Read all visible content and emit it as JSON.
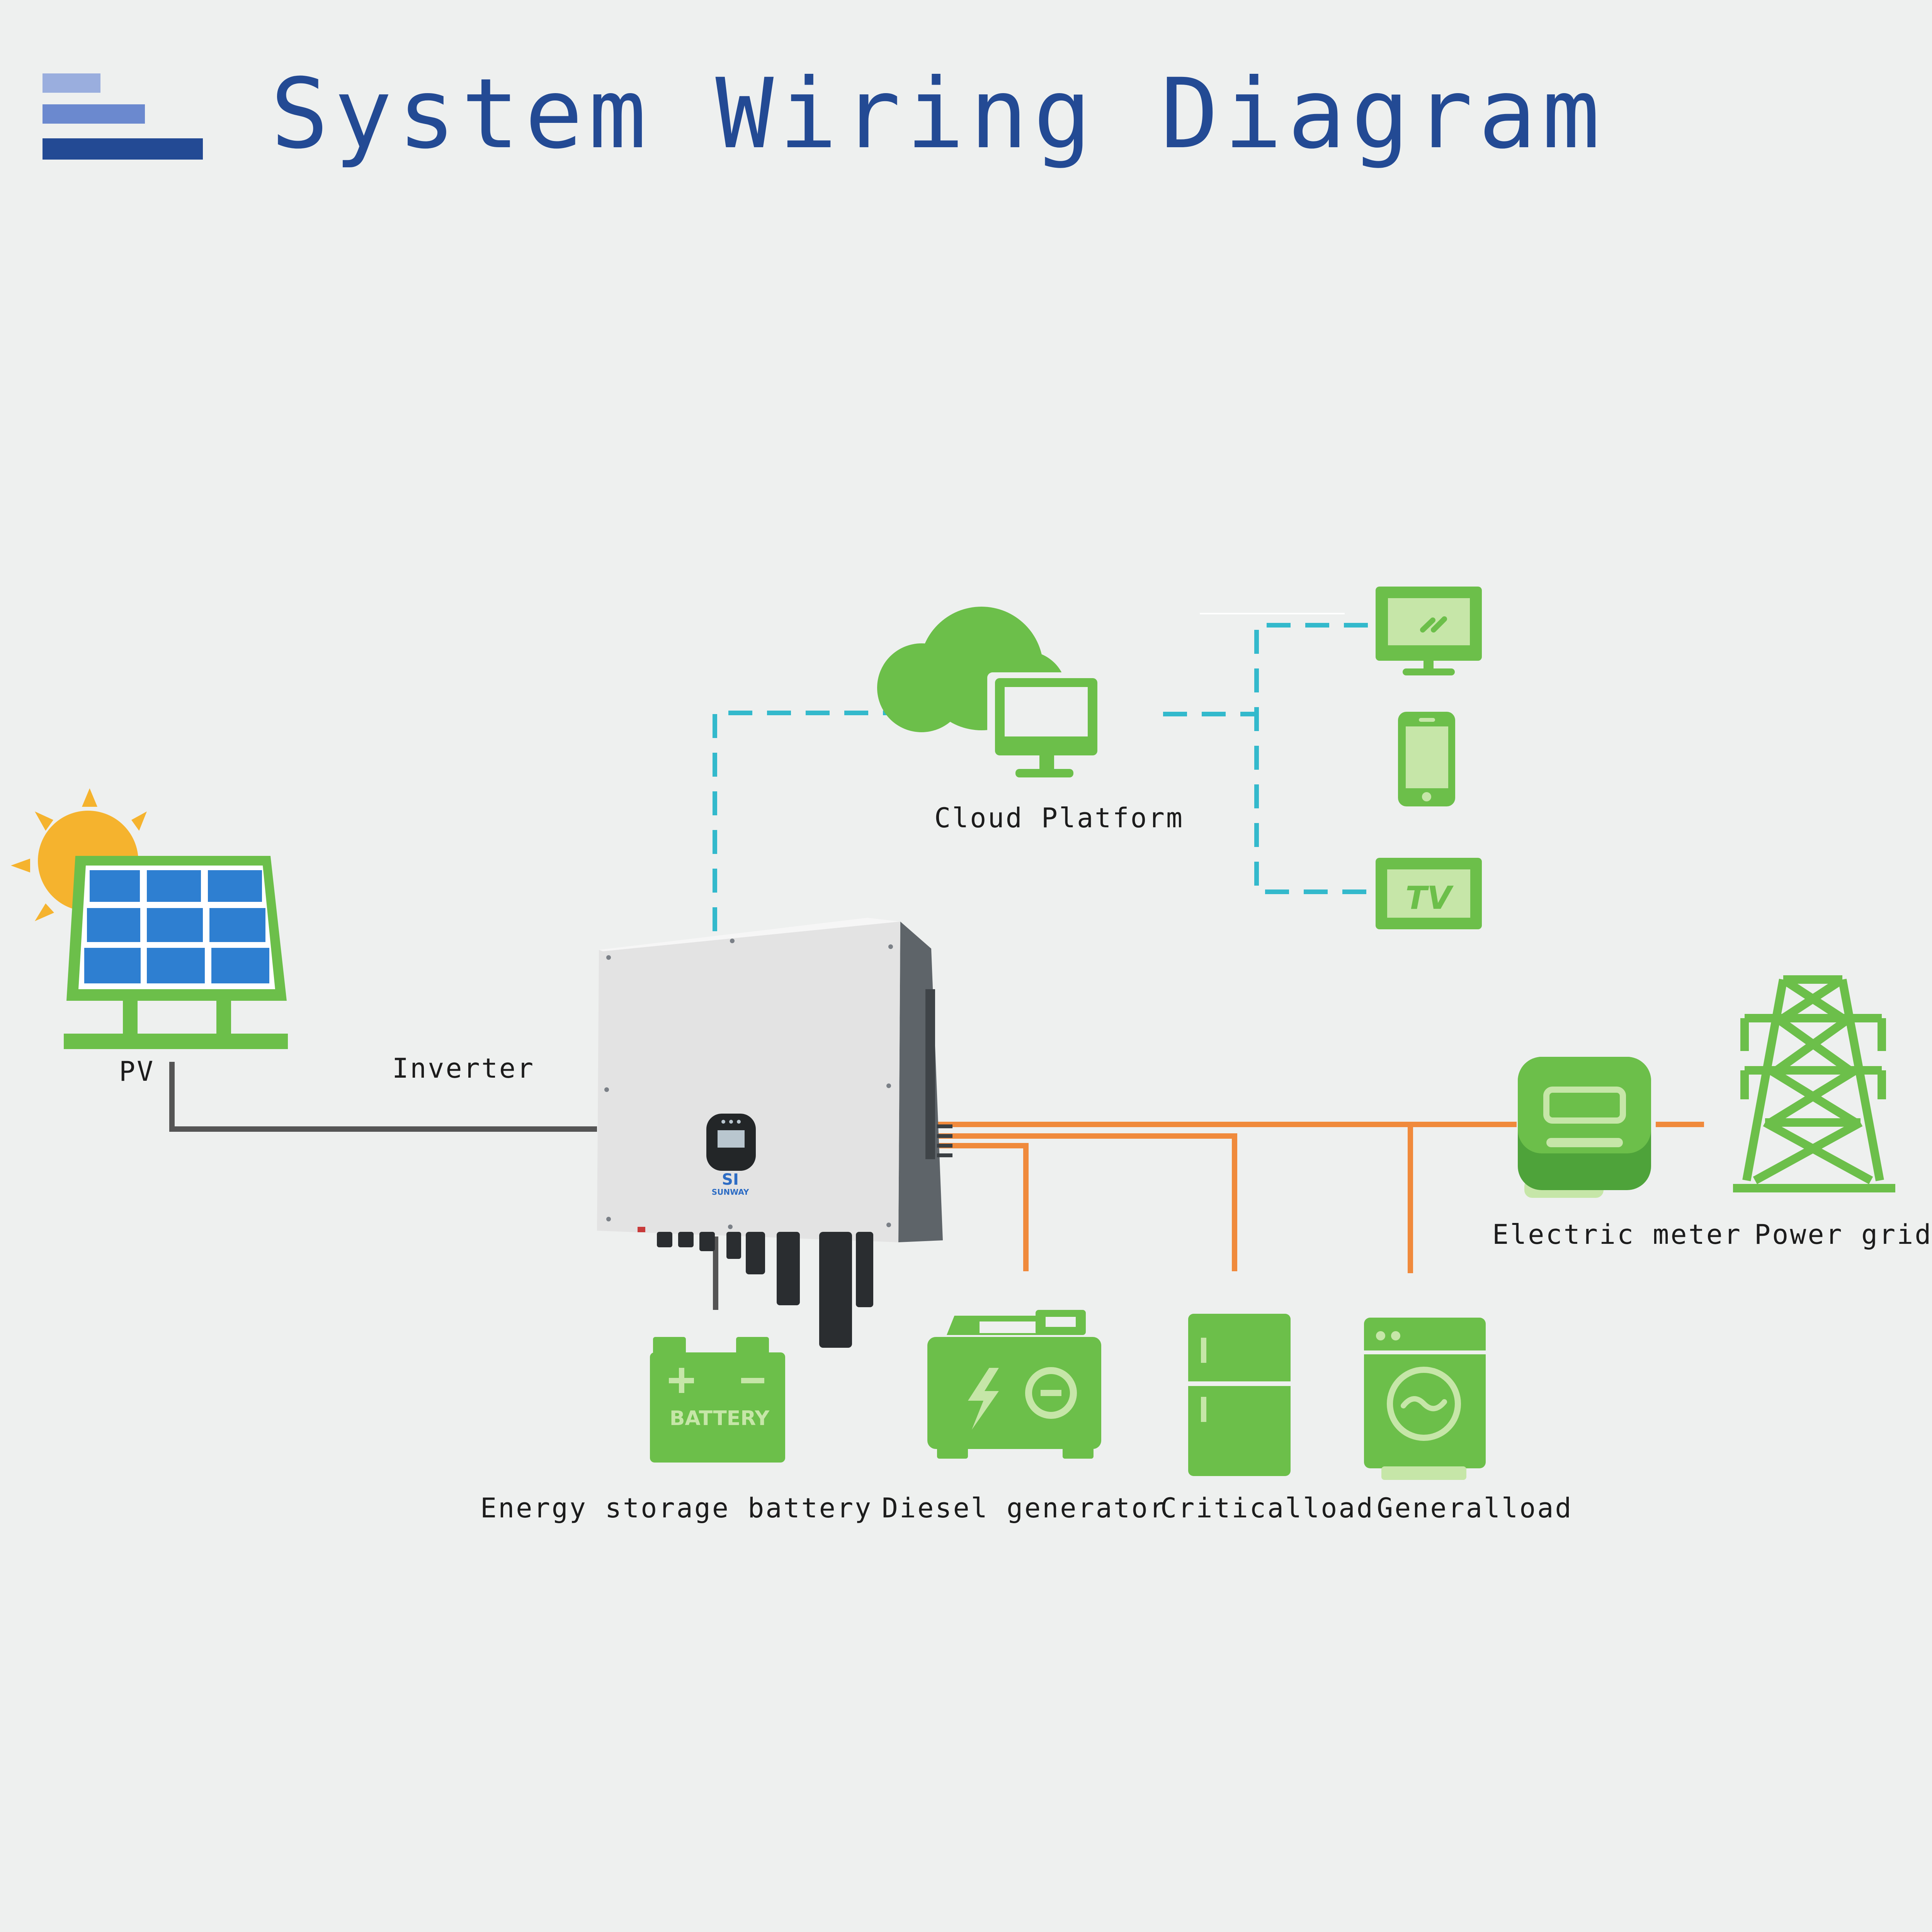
{
  "title": "System Wiring Diagram",
  "colors": {
    "title": "#234a94",
    "icon_green": "#6cbf4a",
    "icon_green_dark": "#4ea33a",
    "data_link": "#33b9cc",
    "ac_power": "#f08a3c",
    "dc_power": "#555555",
    "background": "#eef0ef"
  },
  "labels": {
    "pv": "PV",
    "inverter": "Inverter",
    "cloud": "Cloud Platform",
    "meter": "Electric meter",
    "grid": "Power grid",
    "battery": "Energy storage battery",
    "generator": "Diesel generator",
    "critical": "Criticalload",
    "general": "Generalload"
  },
  "icon_text": {
    "battery": "BATTERY",
    "tv": "TV",
    "brand": "SUNWAY",
    "brand_mark": "SI"
  },
  "icons": [
    "solar-panel-icon",
    "sun-icon",
    "cloud-icon",
    "monitor-icon",
    "desktop-icon",
    "phone-icon",
    "tv-icon",
    "inverter-icon",
    "battery-icon",
    "generator-icon",
    "fridge-icon",
    "washer-icon",
    "meter-icon",
    "tower-icon"
  ]
}
